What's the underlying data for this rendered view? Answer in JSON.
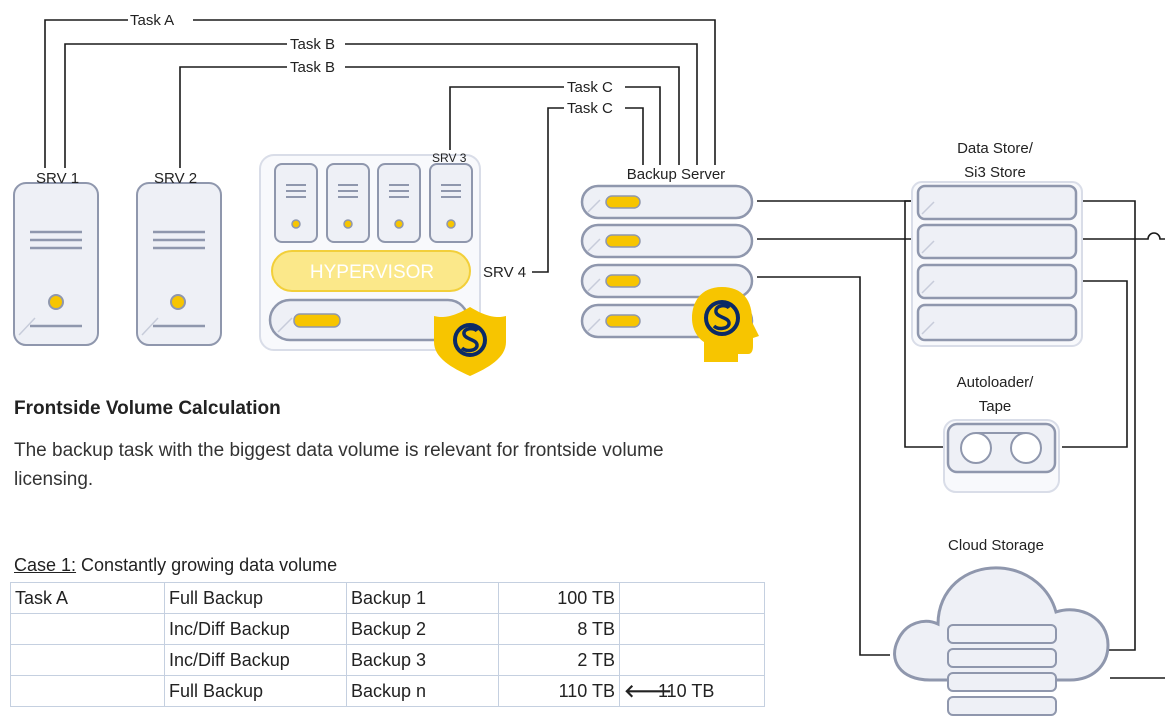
{
  "diagram": {
    "tasks": {
      "task_a": "Task A",
      "task_b1": "Task B",
      "task_b2": "Task B",
      "task_c1": "Task C",
      "task_c2": "Task C"
    },
    "servers": {
      "srv1": "SRV 1",
      "srv2": "SRV 2",
      "srv3": "SRV 3",
      "srv4": "SRV 4",
      "hypervisor": "HYPERVISOR",
      "backup_server": "Backup Server"
    },
    "storage": {
      "data_store_line1": "Data Store/",
      "data_store_line2": "Si3 Store",
      "autoloader_line1": "Autoloader/",
      "autoloader_line2": "Tape",
      "cloud": "Cloud Storage"
    },
    "colors": {
      "line": "#1a1a1a",
      "outline": "#8f97ad",
      "fill": "#eef0f6",
      "accent": "#f7c500",
      "accent_dark": "#0b2a66"
    },
    "icons": [
      "shield-logo-icon",
      "head-logo-icon"
    ]
  },
  "content": {
    "heading": "Frontside Volume Calculation",
    "description": "The backup task with the biggest data volume is relevant for frontside volume licensing.",
    "case_label": "Case 1:",
    "case_text": " Constantly growing data volume"
  },
  "table": {
    "rows": [
      {
        "task": "Task A",
        "type": "Full Backup",
        "backup": "Backup 1",
        "volume": "100 TB",
        "result": ""
      },
      {
        "task": "",
        "type": "Inc/Diff Backup",
        "backup": "Backup 2",
        "volume": "8 TB",
        "result": ""
      },
      {
        "task": "",
        "type": "Inc/Diff Backup",
        "backup": "Backup 3",
        "volume": "2 TB",
        "result": ""
      },
      {
        "task": "",
        "type": "Full Backup",
        "backup": "Backup n",
        "volume": "110 TB",
        "result": "110  TB"
      }
    ],
    "arrow": "🡐"
  }
}
